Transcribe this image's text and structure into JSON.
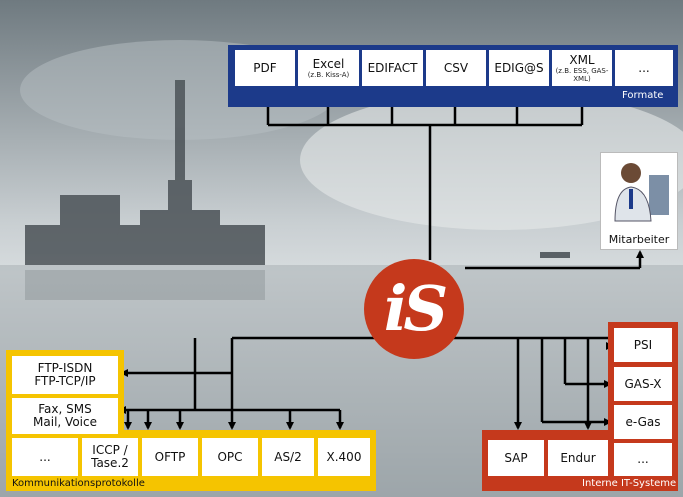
{
  "formats": {
    "label": "Formate",
    "items": [
      {
        "main": "PDF",
        "sub": ""
      },
      {
        "main": "Excel",
        "sub": "(z.B. Kiss-A)"
      },
      {
        "main": "EDIFACT",
        "sub": ""
      },
      {
        "main": "CSV",
        "sub": ""
      },
      {
        "main": "EDIG@S",
        "sub": ""
      },
      {
        "main": "XML",
        "sub": "(z.B. ESS, GAS-XML)"
      },
      {
        "main": "...",
        "sub": ""
      }
    ]
  },
  "employee": {
    "label": "Mitarbeiter"
  },
  "logo": {
    "text": "iS"
  },
  "protocols": {
    "label": "Kommunikationsprotokolle",
    "items": [
      "FTP-ISDN\nFTP-TCP/IP",
      "Fax, SMS\nMail, Voice",
      "...",
      "ICCP /\nTase.2",
      "OFTP",
      "OPC",
      "AS/2",
      "X.400"
    ]
  },
  "systems": {
    "label": "Interne IT-Systeme",
    "items": [
      "PSI",
      "GAS-X",
      "e-Gas",
      "SAP",
      "Endur",
      "..."
    ]
  },
  "colors": {
    "navy": "#1c3a8a",
    "yellow": "#f5c400",
    "red": "#c5391c"
  }
}
